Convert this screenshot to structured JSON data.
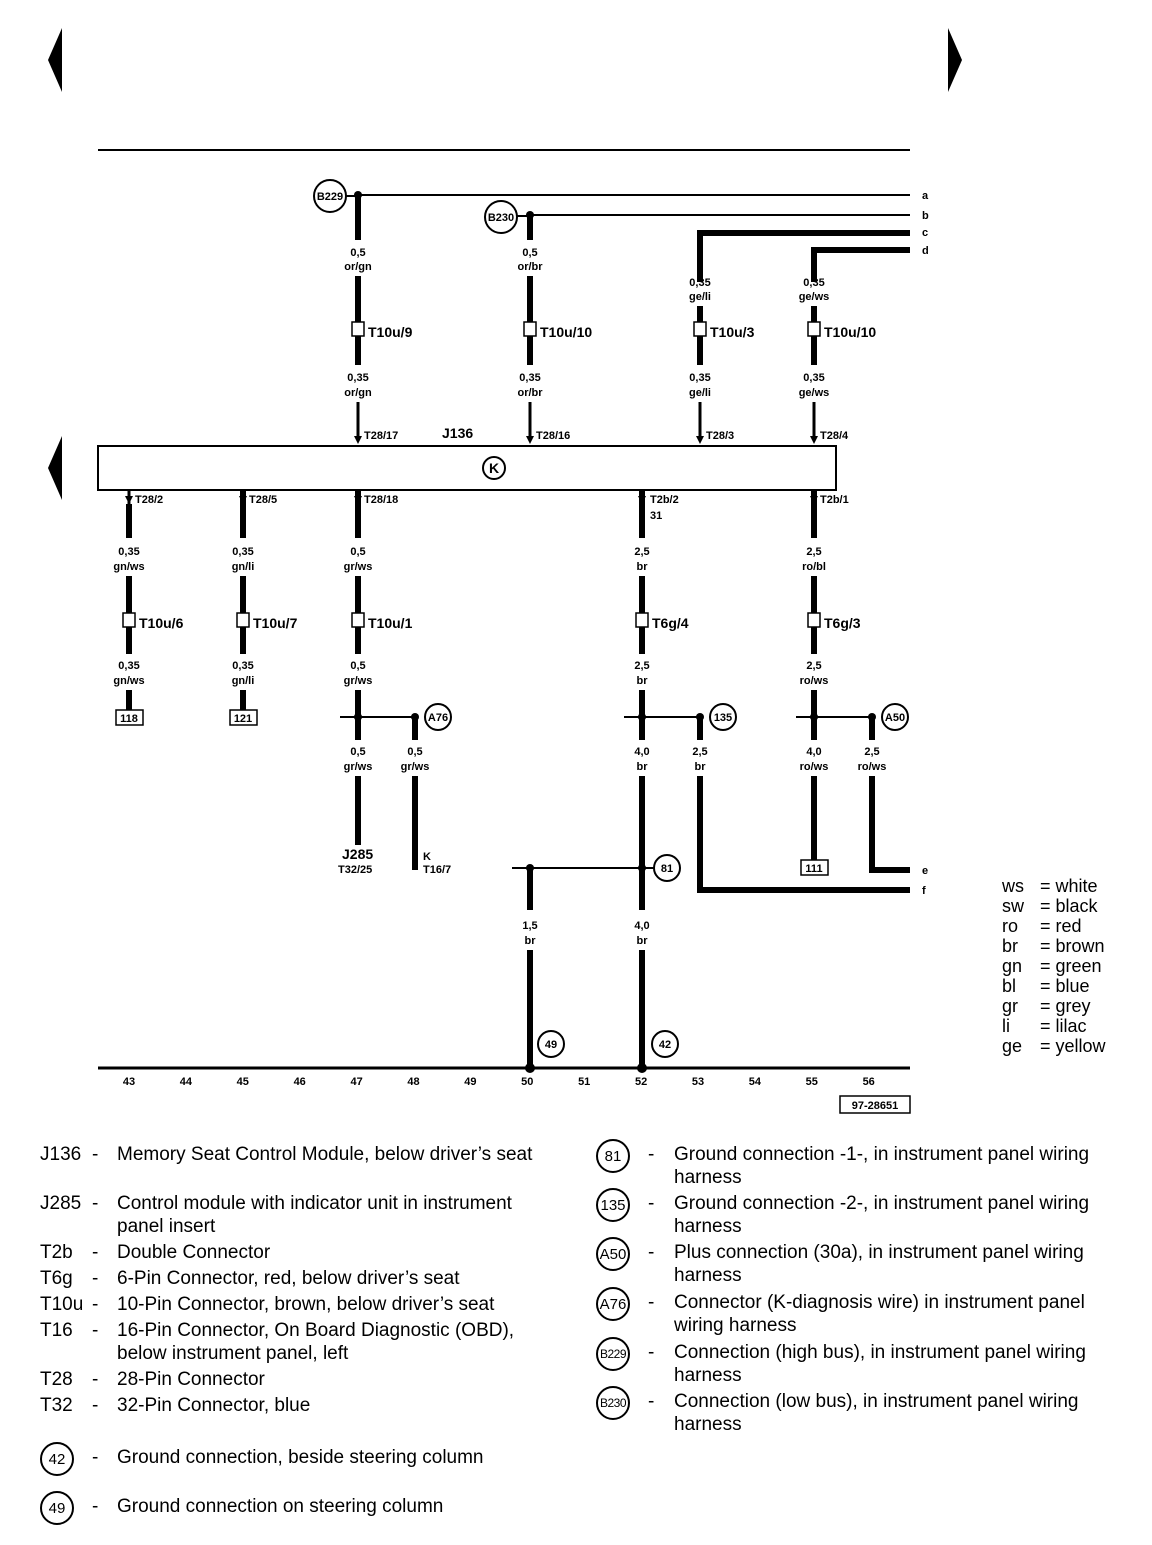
{
  "navigation": {
    "prev_label": "◀",
    "next_label": "▶"
  },
  "diagram": {
    "main_module": "J136",
    "module_symbol": "K",
    "bus_labels": [
      "a",
      "b",
      "c",
      "d"
    ],
    "exit_labels": [
      "e",
      "f"
    ],
    "doc_number": "97-28651",
    "ground_numbers": [
      "43",
      "44",
      "45",
      "46",
      "47",
      "48",
      "49",
      "50",
      "51",
      "52",
      "53",
      "54",
      "55",
      "56"
    ],
    "connections_top": [
      "B229",
      "B230"
    ],
    "wire_labels": {
      "w1_top": [
        "0,5",
        "or/gn"
      ],
      "w1_conn": "T10u/9",
      "w1_bot": [
        "0,35",
        "or/gn"
      ],
      "w1_pin": "T28/17",
      "w2_top": [
        "0,5",
        "or/br"
      ],
      "w2_conn": "T10u/10",
      "w2_bot": [
        "0,35",
        "or/br"
      ],
      "w2_pin": "T28/16",
      "w3_top": [
        "0,35",
        "ge/li"
      ],
      "w3_conn": "T10u/3",
      "w3_bot": [
        "0,35",
        "ge/li"
      ],
      "w3_pin": "T28/3",
      "w4_top": [
        "0,35",
        "ge/ws"
      ],
      "w4_conn": "T10u/10",
      "w4_bot": [
        "0,35",
        "ge/ws"
      ],
      "w4_pin": "T28/4",
      "b1_pin": "T28/2",
      "b1_top": [
        "0,35",
        "gn/ws"
      ],
      "b1_conn": "T10u/6",
      "b1_bot": [
        "0,35",
        "gn/ws"
      ],
      "b1_ref": "118",
      "b2_pin": "T28/5",
      "b2_top": [
        "0,35",
        "gn/li"
      ],
      "b2_conn": "T10u/7",
      "b2_bot": [
        "0,35",
        "gn/li"
      ],
      "b2_ref": "121",
      "b3_pin": "T28/18",
      "b3_top": [
        "0,5",
        "gr/ws"
      ],
      "b3_conn": "T10u/1",
      "b3_bot": [
        "0,5",
        "gr/ws"
      ],
      "b3_split": "A76",
      "b3_left": [
        "0,5",
        "gr/ws"
      ],
      "b3_right": [
        "0,5",
        "gr/ws"
      ],
      "b3_left_dest": [
        "J285",
        "T32/25"
      ],
      "b3_right_dest": [
        "K",
        "T16/7"
      ],
      "b4_pin": "T2b/2",
      "b4_pin2": "31",
      "b4_top": [
        "2,5",
        "br"
      ],
      "b4_conn": "T6g/4",
      "b4_bot": [
        "2,5",
        "br"
      ],
      "b4_split": "135",
      "b4_left": [
        "4,0",
        "br"
      ],
      "b4_right": [
        "2,5",
        "br"
      ],
      "b5_pin": "T2b/1",
      "b5_top": [
        "2,5",
        "ro/bl"
      ],
      "b5_conn": "T6g/3",
      "b5_bot": [
        "2,5",
        "ro/ws"
      ],
      "b5_split": "A50",
      "b5_left": [
        "4,0",
        "ro/ws"
      ],
      "b5_right": [
        "2,5",
        "ro/ws"
      ],
      "b5_ref": "111",
      "g81": "81",
      "g49": "49",
      "g42": "42",
      "g50_wire": [
        "1,5",
        "br"
      ],
      "g52_wire": [
        "4,0",
        "br"
      ]
    }
  },
  "color_key": [
    {
      "abbr": "ws",
      "name": "= white"
    },
    {
      "abbr": "sw",
      "name": "= black"
    },
    {
      "abbr": "ro",
      "name": "= red"
    },
    {
      "abbr": "br",
      "name": "= brown"
    },
    {
      "abbr": "gn",
      "name": "= green"
    },
    {
      "abbr": "bl",
      "name": "= blue"
    },
    {
      "abbr": "gr",
      "name": "= grey"
    },
    {
      "abbr": "li",
      "name": "= lilac"
    },
    {
      "abbr": "ge",
      "name": "= yellow"
    }
  ],
  "legend_left": [
    {
      "code": "J136",
      "desc": "Memory Seat Control Module, below driver’s seat"
    },
    {
      "code": "J285",
      "desc": "Control module with indicator unit in instrument panel insert"
    },
    {
      "code": "T2b",
      "desc": "Double Connector"
    },
    {
      "code": "T6g",
      "desc": "6-Pin Connector, red,  below driver’s seat"
    },
    {
      "code": "T10u",
      "desc": "10-Pin Connector, brown, below driver’s seat"
    },
    {
      "code": "T16",
      "desc": "16-Pin Connector, On Board Diagnostic (OBD), below instrument panel, left"
    },
    {
      "code": "T28",
      "desc": "28-Pin Connector"
    },
    {
      "code": "T32",
      "desc": "32-Pin Connector, blue"
    },
    {
      "code": "42",
      "desc": "Ground connection, beside steering column"
    },
    {
      "code": "49",
      "desc": "Ground connection on steering column"
    }
  ],
  "legend_right": [
    {
      "code": "81",
      "desc": "Ground connection -1-, in instrument panel wiring harness"
    },
    {
      "code": "135",
      "desc": "Ground connection -2-, in instrument panel wiring harness"
    },
    {
      "code": "A50",
      "desc": "Plus connection (30a), in instrument panel wiring harness"
    },
    {
      "code": "A76",
      "desc": "Connector (K-diagnosis wire) in instrument panel wiring harness"
    },
    {
      "code": "B229",
      "desc": "Connection (high bus), in instrument panel wiring harness"
    },
    {
      "code": "B230",
      "desc": "Connection (low bus), in instrument panel wiring harness"
    }
  ],
  "dash": "-"
}
